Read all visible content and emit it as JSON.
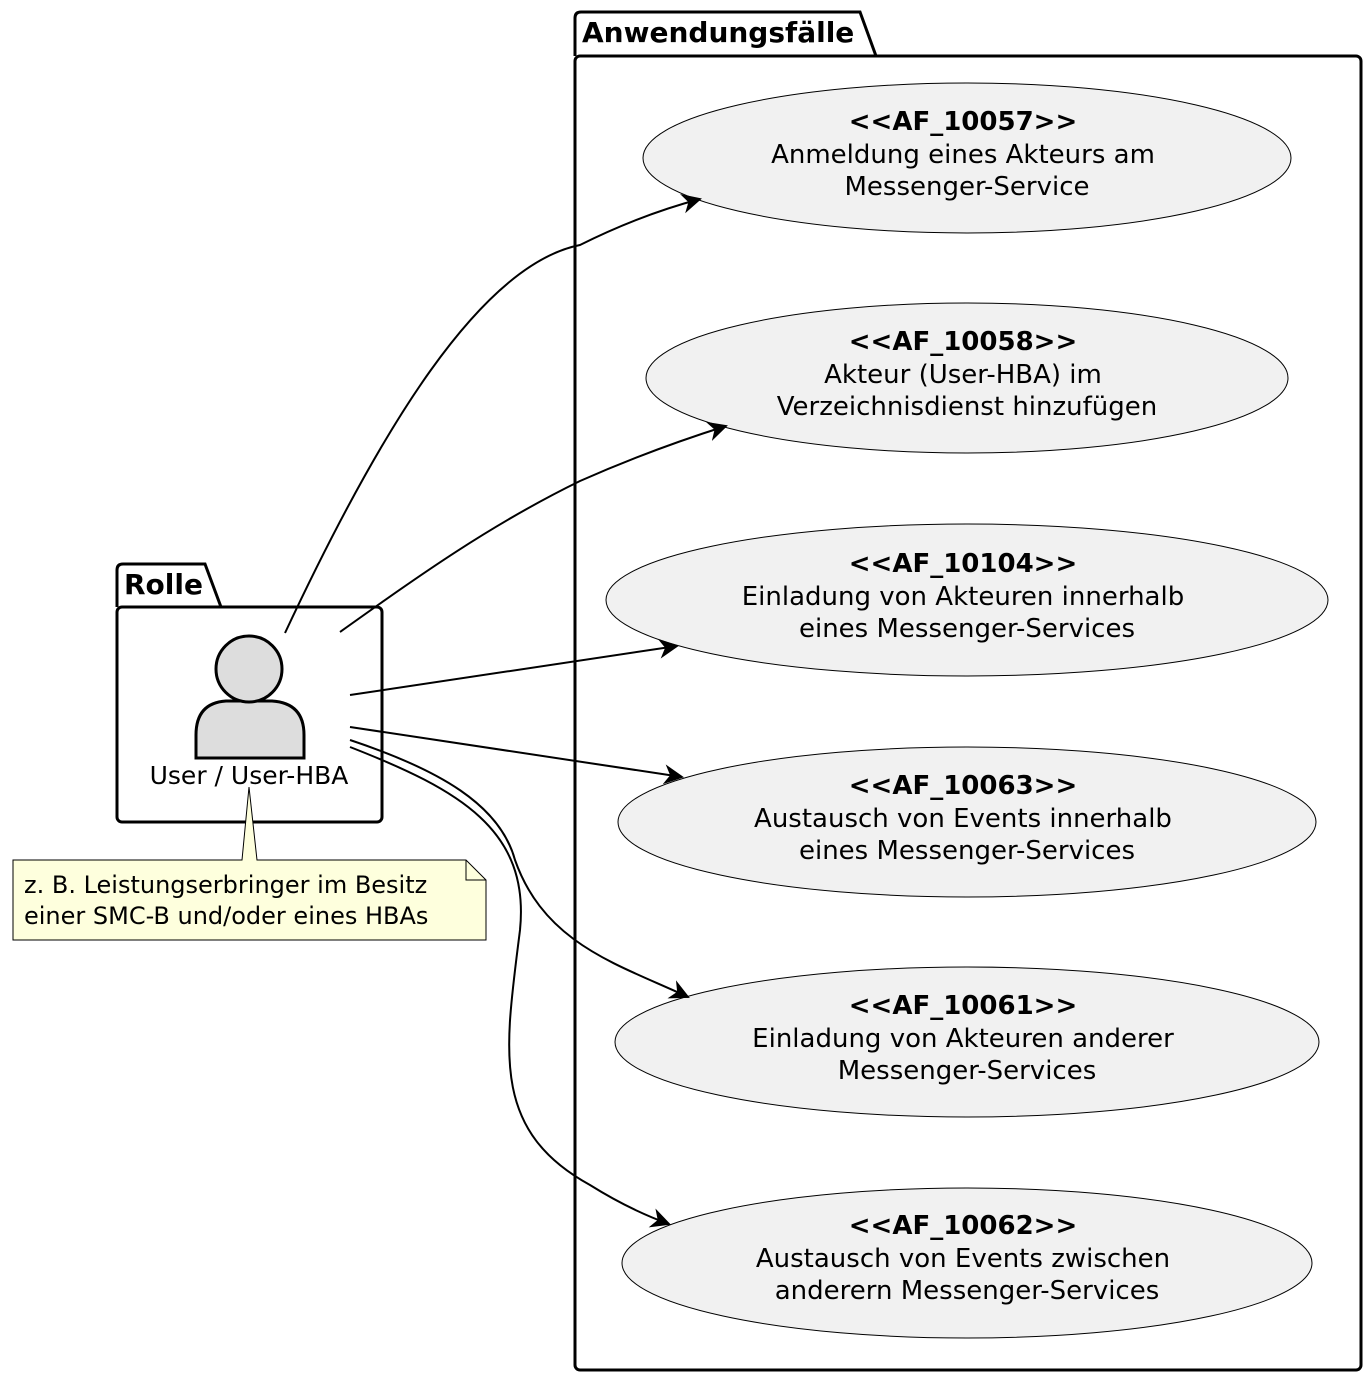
{
  "packages": {
    "usecases": {
      "title": "Anwendungsfälle"
    },
    "role": {
      "title": "Rolle"
    }
  },
  "actor": {
    "label": "User / User-HBA"
  },
  "note": {
    "lines": [
      "z. B. Leistungserbringer im Besitz",
      "einer SMC-B und/oder eines HBAs"
    ]
  },
  "usecases": [
    {
      "stereotype": "<<AF_10057>>",
      "line1": "Anmeldung eines Akteurs am",
      "line2": "Messenger-Service"
    },
    {
      "stereotype": "<<AF_10058>>",
      "line1": "Akteur (User-HBA) im",
      "line2": "Verzeichnisdienst hinzufügen"
    },
    {
      "stereotype": "<<AF_10104>>",
      "line1": "Einladung von Akteuren innerhalb",
      "line2": "eines Messenger-Services"
    },
    {
      "stereotype": "<<AF_10063>>",
      "line1": "Austausch von Events innerhalb",
      "line2": "eines Messenger-Services"
    },
    {
      "stereotype": "<<AF_10061>>",
      "line1": "Einladung von Akteuren anderer",
      "line2": "Messenger-Services"
    },
    {
      "stereotype": "<<AF_10062>>",
      "line1": "Austausch von Events zwischen",
      "line2": "anderern Messenger-Services"
    }
  ],
  "colors": {
    "usecase_fill": "#f1f1f1",
    "actor_fill": "#dddddd",
    "note_fill": "#feffdd",
    "stroke": "#000000"
  }
}
